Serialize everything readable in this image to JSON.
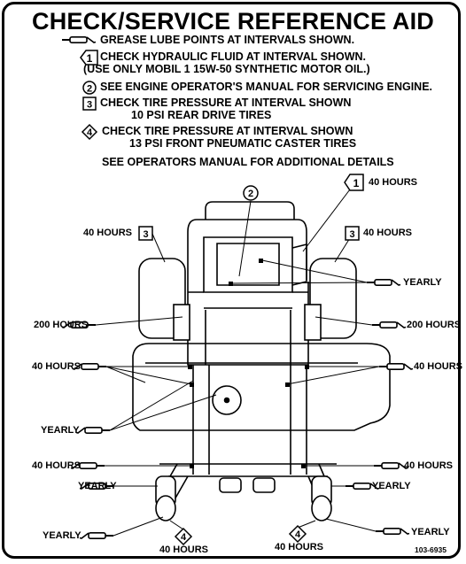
{
  "title": "CHECK/SERVICE REFERENCE AID",
  "instructions": [
    {
      "symbol": "grease-gun",
      "lines": [
        "GREASE LUBE POINTS AT INTERVALS SHOWN."
      ]
    },
    {
      "symbol": "1",
      "lines": [
        "CHECK HYDRAULIC FLUID AT INTERVAL SHOWN.",
        "(USE ONLY MOBIL 1 15W-50 SYNTHETIC MOTOR OIL.)"
      ]
    },
    {
      "symbol": "2",
      "lines": [
        "SEE ENGINE OPERATOR'S MANUAL FOR SERVICING ENGINE."
      ]
    },
    {
      "symbol": "3",
      "lines": [
        "CHECK TIRE PRESSURE AT INTERVAL SHOWN",
        "10 PSI REAR DRIVE TIRES"
      ]
    },
    {
      "symbol": "4",
      "lines": [
        "CHECK TIRE PRESSURE AT INTERVAL SHOWN",
        "13 PSI FRONT PNEUMATIC CASTER TIRES"
      ]
    }
  ],
  "footer_note": "SEE OPERATORS MANUAL FOR ADDITIONAL DETAILS",
  "symbols": {
    "hydraulic": "1",
    "engine": "2",
    "rear_tire": "3",
    "caster_tire": "4"
  },
  "callouts": {
    "hydraulic": "40 HOURS",
    "rear_tire_left": "40 HOURS",
    "rear_tire_right": "40 HOURS",
    "yearly_upper_right": "YEARLY",
    "hours_200_left": "200 HOURS",
    "hours_200_right": "200 HOURS",
    "hours_40_left_mid": "40 HOURS",
    "hours_40_right_mid": "40 HOURS",
    "yearly_left_deck": "YEARLY",
    "hours_40_left_low": "40 HOURS",
    "hours_40_right_low": "40 HOURS",
    "yearly_left_low": "YEARLY",
    "yearly_right_low": "YEARLY",
    "yearly_left_bottom": "YEARLY",
    "yearly_right_bottom": "YEARLY",
    "caster_left": "40 HOURS",
    "caster_right": "40 HOURS"
  },
  "part_number": "103-6935",
  "icons": [
    "grease-gun-icon",
    "triangle-symbol-icon",
    "circle-symbol-icon",
    "square-symbol-icon",
    "diamond-symbol-icon"
  ]
}
